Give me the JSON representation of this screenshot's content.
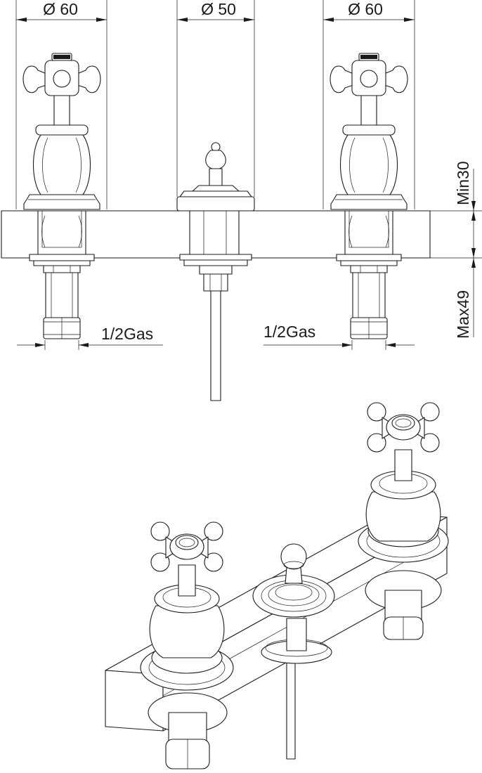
{
  "dimensions": {
    "left_handle_diameter": "Ø 60",
    "spout_diameter": "Ø 50",
    "right_handle_diameter": "Ø 60",
    "deck_min": "Min30",
    "shank_max": "Max49",
    "left_connection": "1/2Gas",
    "right_connection": "1/2Gas"
  }
}
